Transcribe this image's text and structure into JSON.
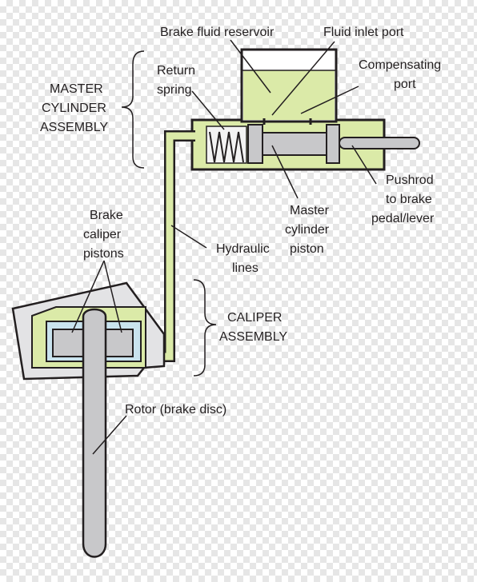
{
  "colors": {
    "fluid": "#dbeaa8",
    "outline": "#231f20",
    "metal": "#c8c8ca",
    "caliper_body": "#e3e3e5",
    "caliper_inner": "#c9e3ee",
    "background_checker": "#e6e6e6"
  },
  "labels": {
    "brake_fluid_reservoir": "Brake fluid reservoir",
    "fluid_inlet_port": "Fluid inlet port",
    "compensating_port": [
      "Compensating",
      "port"
    ],
    "return_spring": [
      "Return",
      "spring"
    ],
    "master_cylinder_assembly": [
      "MASTER",
      "CYLINDER",
      "ASSEMBLY"
    ],
    "pushrod": [
      "Pushrod",
      "to brake",
      "pedal/lever"
    ],
    "master_cylinder_piston": [
      "Master",
      "cylinder",
      "piston"
    ],
    "brake_caliper_pistons": [
      "Brake",
      "caliper",
      "pistons"
    ],
    "hydraulic_lines": [
      "Hydraulic",
      "lines"
    ],
    "caliper_assembly": [
      "CALIPER",
      "ASSEMBLY"
    ],
    "rotor": "Rotor (brake disc)"
  }
}
